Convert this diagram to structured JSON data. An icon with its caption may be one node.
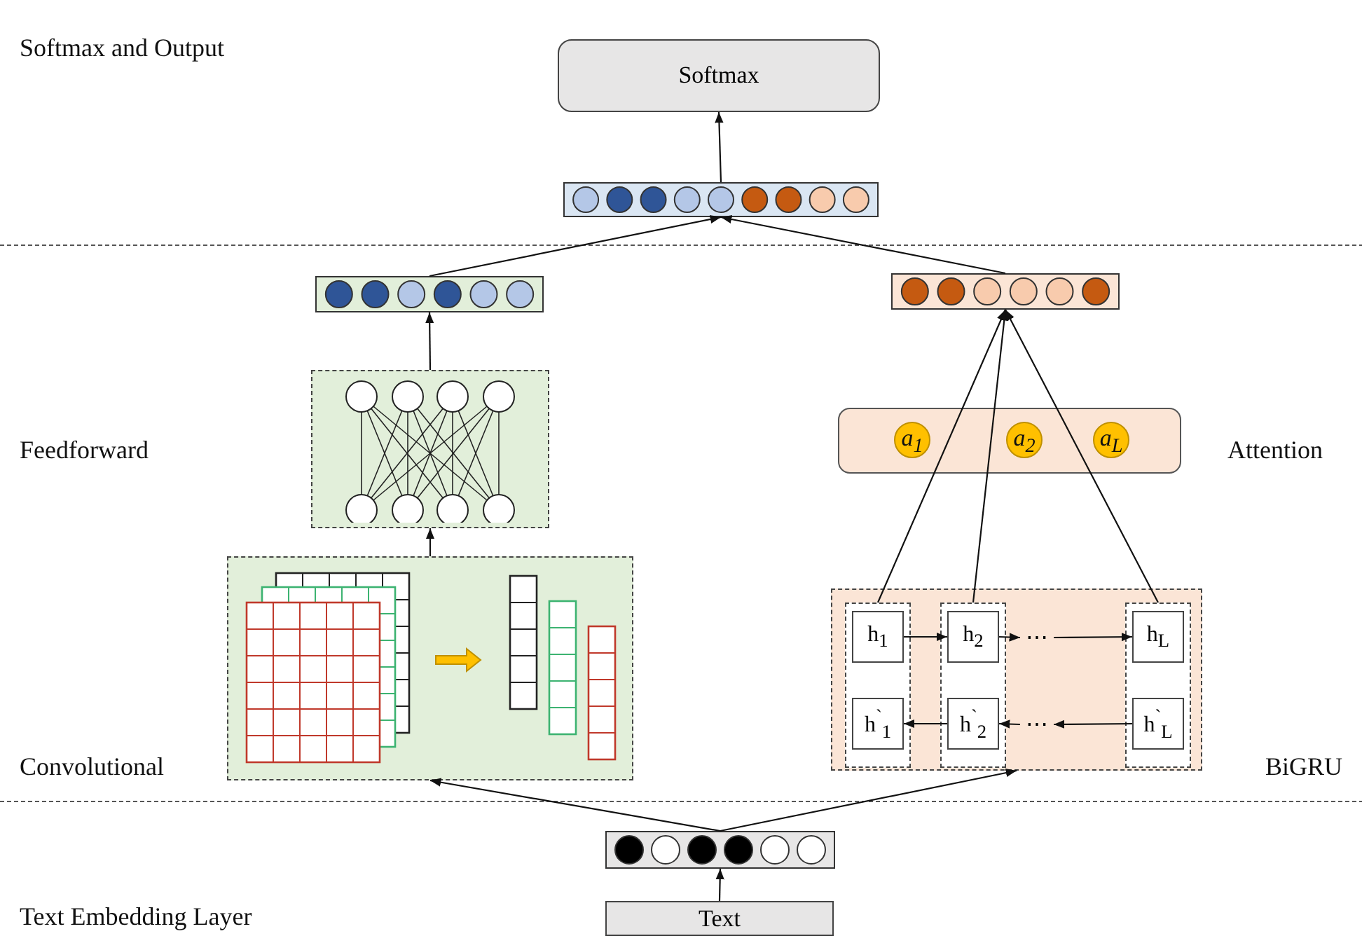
{
  "diagram": {
    "nodes": [
      {
        "text": [
          "Softmax"
        ]
      },
      {
        "text": [],
        "shape": "bar"
      },
      {
        "text": [],
        "shape": "bar"
      },
      {
        "text": [],
        "shape": "bar"
      },
      {
        "text": [],
        "shape": "box"
      },
      {
        "text": [],
        "shape": "box"
      },
      {
        "text": [],
        "shape": "box"
      },
      {
        "text": [],
        "shape": "box",
        "in": 6
      },
      {
        "text": [
          "h$_{1}$"
        ],
        "in": 7
      },
      {
        "text": [
          "h$^{`}$$_{1}$"
        ],
        "in": 7
      },
      {
        "text": [],
        "shape": "box",
        "in": 6
      },
      {
        "text": [
          "h$_{2}$"
        ],
        "in": 10
      },
      {
        "text": [
          "h$^{`}$$_{2}$"
        ],
        "in": 10
      },
      {
        "text": [],
        "shape": "box",
        "in": 6
      },
      {
        "text": [
          "h$_{L}$"
        ],
        "in": 13
      },
      {
        "text": [
          "h$^{`}$$_{L}$"
        ],
        "in": 13
      },
      {
        "text": [],
        "shape": "bar"
      },
      {
        "text": [
          "Text"
        ]
      },
      {
        "text": [
          "⋯"
        ],
        "in": 6
      },
      {
        "text": [
          "⋯"
        ],
        "in": 6
      }
    ],
    "edges": [
      {
        "from": 1,
        "to": 0,
        "arrow": "to"
      },
      {
        "from": 2,
        "to": 1,
        "arrow": "to"
      },
      {
        "from": 3,
        "to": 1,
        "arrow": "to"
      },
      {
        "from": 4,
        "to": 2,
        "arrow": "to"
      },
      {
        "from": 5,
        "to": 4,
        "arrow": "to"
      },
      {
        "from": 7,
        "to": 3,
        "arrow": "to"
      },
      {
        "from": 10,
        "to": 3,
        "arrow": "to"
      },
      {
        "from": 13,
        "to": 3,
        "arrow": "to"
      },
      {
        "from": 8,
        "to": 11,
        "arrow": "to"
      },
      {
        "from": 11,
        "to": 18,
        "arrow": "to"
      },
      {
        "from": 18,
        "to": 14,
        "arrow": "to"
      },
      {
        "from": 12,
        "to": 9,
        "arrow": "to"
      },
      {
        "from": 19,
        "to": 12,
        "arrow": "to"
      },
      {
        "from": 15,
        "to": 19,
        "arrow": "to"
      },
      {
        "from": 16,
        "to": 5,
        "arrow": "to"
      },
      {
        "from": 16,
        "to": 6,
        "arrow": "to"
      },
      {
        "from": 17,
        "to": 16,
        "arrow": "to"
      }
    ],
    "labels": [
      "Softmax and Output",
      "Feedforward",
      "a$_{1}$",
      "a$_{2}$",
      "a$_{L}$",
      "Attention",
      "Convolutional",
      "BiGRU",
      "Text Embedding Layer"
    ]
  }
}
